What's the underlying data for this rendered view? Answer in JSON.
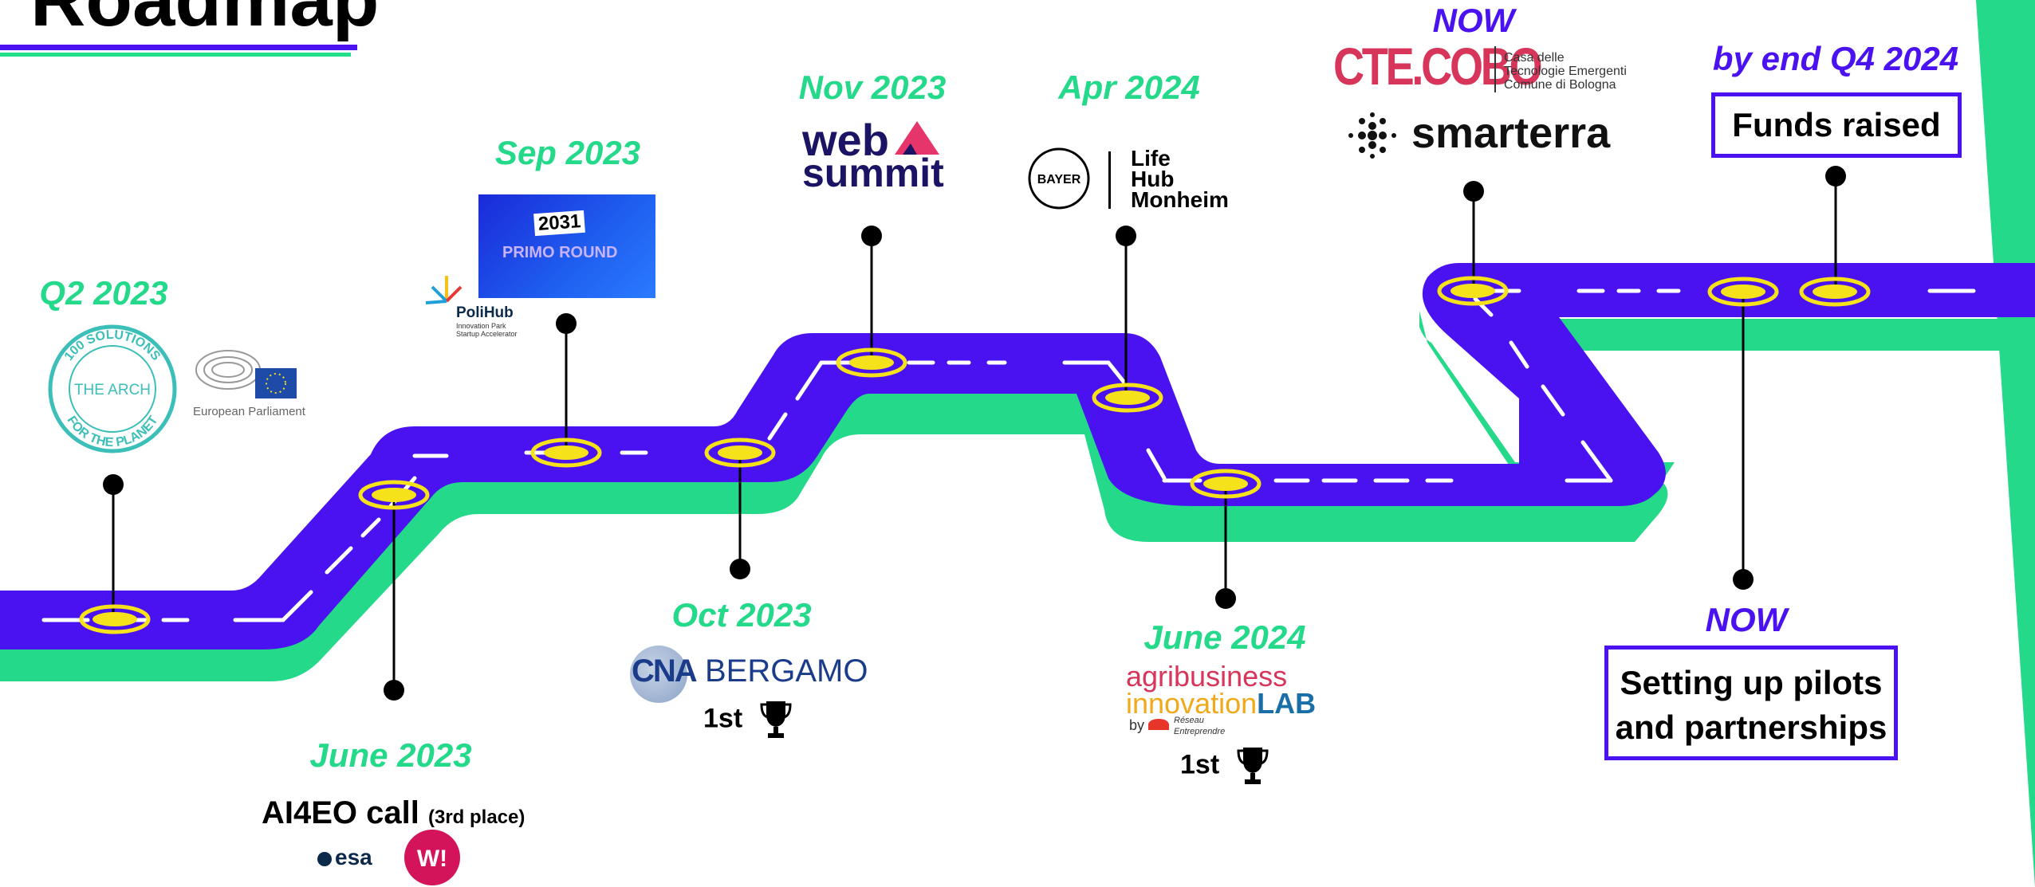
{
  "title": "Roadmap",
  "colors": {
    "road": "#4a12f0",
    "shadow": "#24d98a",
    "marker": "#f6e21a",
    "date": "#24d98a",
    "now": "#4a12f0"
  },
  "milestones": {
    "q2_2023": {
      "date": "Q2 2023",
      "logo1": "100 SOLUTIONS FOR THE PLANET",
      "logo1_center": "THE ARCH",
      "logo2": "European Parliament"
    },
    "jun_2023": {
      "date": "June 2023",
      "text": "AI4EO call",
      "note": "(3rd place)",
      "logo1": "esa"
    },
    "sep_2023": {
      "date": "Sep 2023",
      "banner_year": "2031",
      "banner_text": "PRIMO ROUND",
      "logo": "PoliHub",
      "logo_sub1": "Innovation Park",
      "logo_sub2": "Startup Accelerator"
    },
    "oct_2023": {
      "date": "Oct 2023",
      "logo_a": "CNA",
      "logo_b": "BERGAMO",
      "rank": "1st"
    },
    "nov_2023": {
      "date": "Nov 2023",
      "logo_line1": "web",
      "logo_line2": "summit"
    },
    "apr_2024": {
      "date": "Apr 2024",
      "logo": "BAYER",
      "sub1": "Life",
      "sub2": "Hub",
      "sub3": "Monheim"
    },
    "jun_2024": {
      "date": "June 2024",
      "logo1": "agribusiness",
      "logo2a": "innovation",
      "logo2b": "LAB",
      "by": "by",
      "partner1": "Réseau",
      "partner2": "Entreprendre",
      "rank": "1st"
    },
    "now_top": {
      "date": "NOW",
      "logo1": "CTE.COBO",
      "logo1_sub1": "Casa delle",
      "logo1_sub2": "Tecnologie Emergenti",
      "logo1_sub3": "Comune di Bologna",
      "logo2": "smarterra"
    },
    "now_bottom": {
      "date": "NOW",
      "box_line1": "Setting up pilots",
      "box_line2": "and partnerships"
    },
    "q4_2024": {
      "date": "by end Q4 2024",
      "box": "Funds raised"
    }
  }
}
